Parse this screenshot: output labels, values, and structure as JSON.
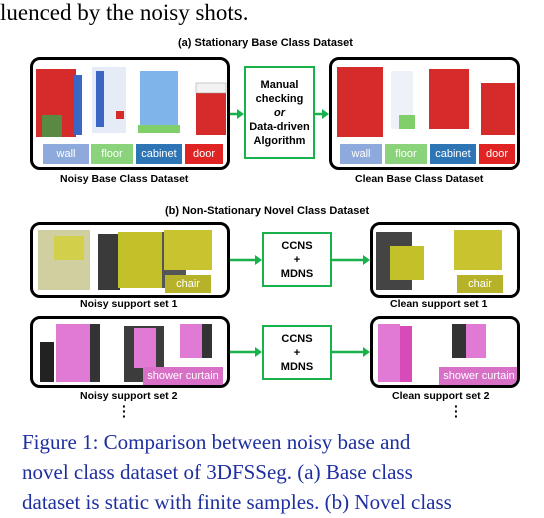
{
  "top_text": "luenced by the noisy shots.",
  "figure": {
    "part_a": {
      "title": "(a) Stationary Base Class Dataset",
      "left_caption": "Noisy Base Class Dataset",
      "right_caption": "Clean Base Class Dataset",
      "process": [
        "Manual",
        "checking",
        "or",
        "Data-driven",
        "Algorithm"
      ],
      "labels": [
        {
          "text": "wall",
          "color": "#8ea9db"
        },
        {
          "text": "floor",
          "color": "#8bd37a"
        },
        {
          "text": "cabinet",
          "color": "#2e75b6"
        },
        {
          "text": "door",
          "color": "#e02424"
        }
      ]
    },
    "part_b": {
      "title": "(b) Non-Stationary Novel Class Dataset",
      "process": [
        "CCNS",
        "+",
        "MDNS"
      ],
      "set1_left_caption": "Noisy support set 1",
      "set1_right_caption": "Clean support set 1",
      "set1_label": {
        "text": "chair",
        "color": "#b6b32a"
      },
      "set2_left_caption": "Noisy support set 2",
      "set2_right_caption": "Clean support set 2",
      "set2_label": {
        "text": "shower curtain",
        "color": "#d870c8"
      }
    },
    "caption_lines": [
      "Figure 1:   Comparison between noisy base and",
      "novel class dataset of 3DFSSeg.   (a) Base class",
      "dataset is static with finite samples. (b) Novel class"
    ]
  },
  "colors": {
    "arrow": "#18b14b",
    "caption": "#1e2fa0"
  }
}
